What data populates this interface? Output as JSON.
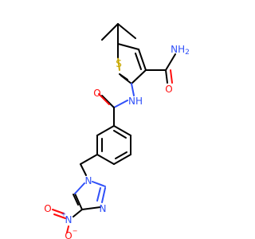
{
  "molecule": {
    "colors": {
      "carbon_bond": "#000000",
      "nitrogen": "#3050f8",
      "oxygen": "#ff0d0d",
      "sulfur": "#c8a800",
      "background": "#ffffff"
    },
    "labels": {
      "amide_nh2": "NH",
      "amide_nh2_sub": "2",
      "amide_o": "O",
      "thiophene_s": "S",
      "amide_link_nh": "NH",
      "benzoyl_o": "O",
      "pyrazole_n1": "N",
      "pyrazole_n2": "N",
      "nitro_n": "N",
      "nitro_n_charge": "+",
      "nitro_o1": "O",
      "nitro_o2": "O",
      "nitro_o2_charge": "−"
    }
  }
}
